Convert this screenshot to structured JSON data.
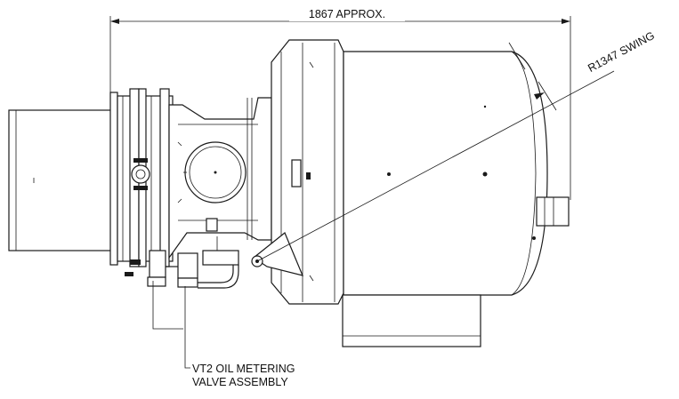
{
  "annotations": {
    "overall_length": "1867 APPROX.",
    "swing_radius": "R1347 SWING",
    "valve_label_line1": "VT2 OIL METERING",
    "valve_label_line2": "VALVE ASSEMBLY"
  },
  "colors": {
    "line": "#1a1a1a",
    "background": "#ffffff"
  }
}
